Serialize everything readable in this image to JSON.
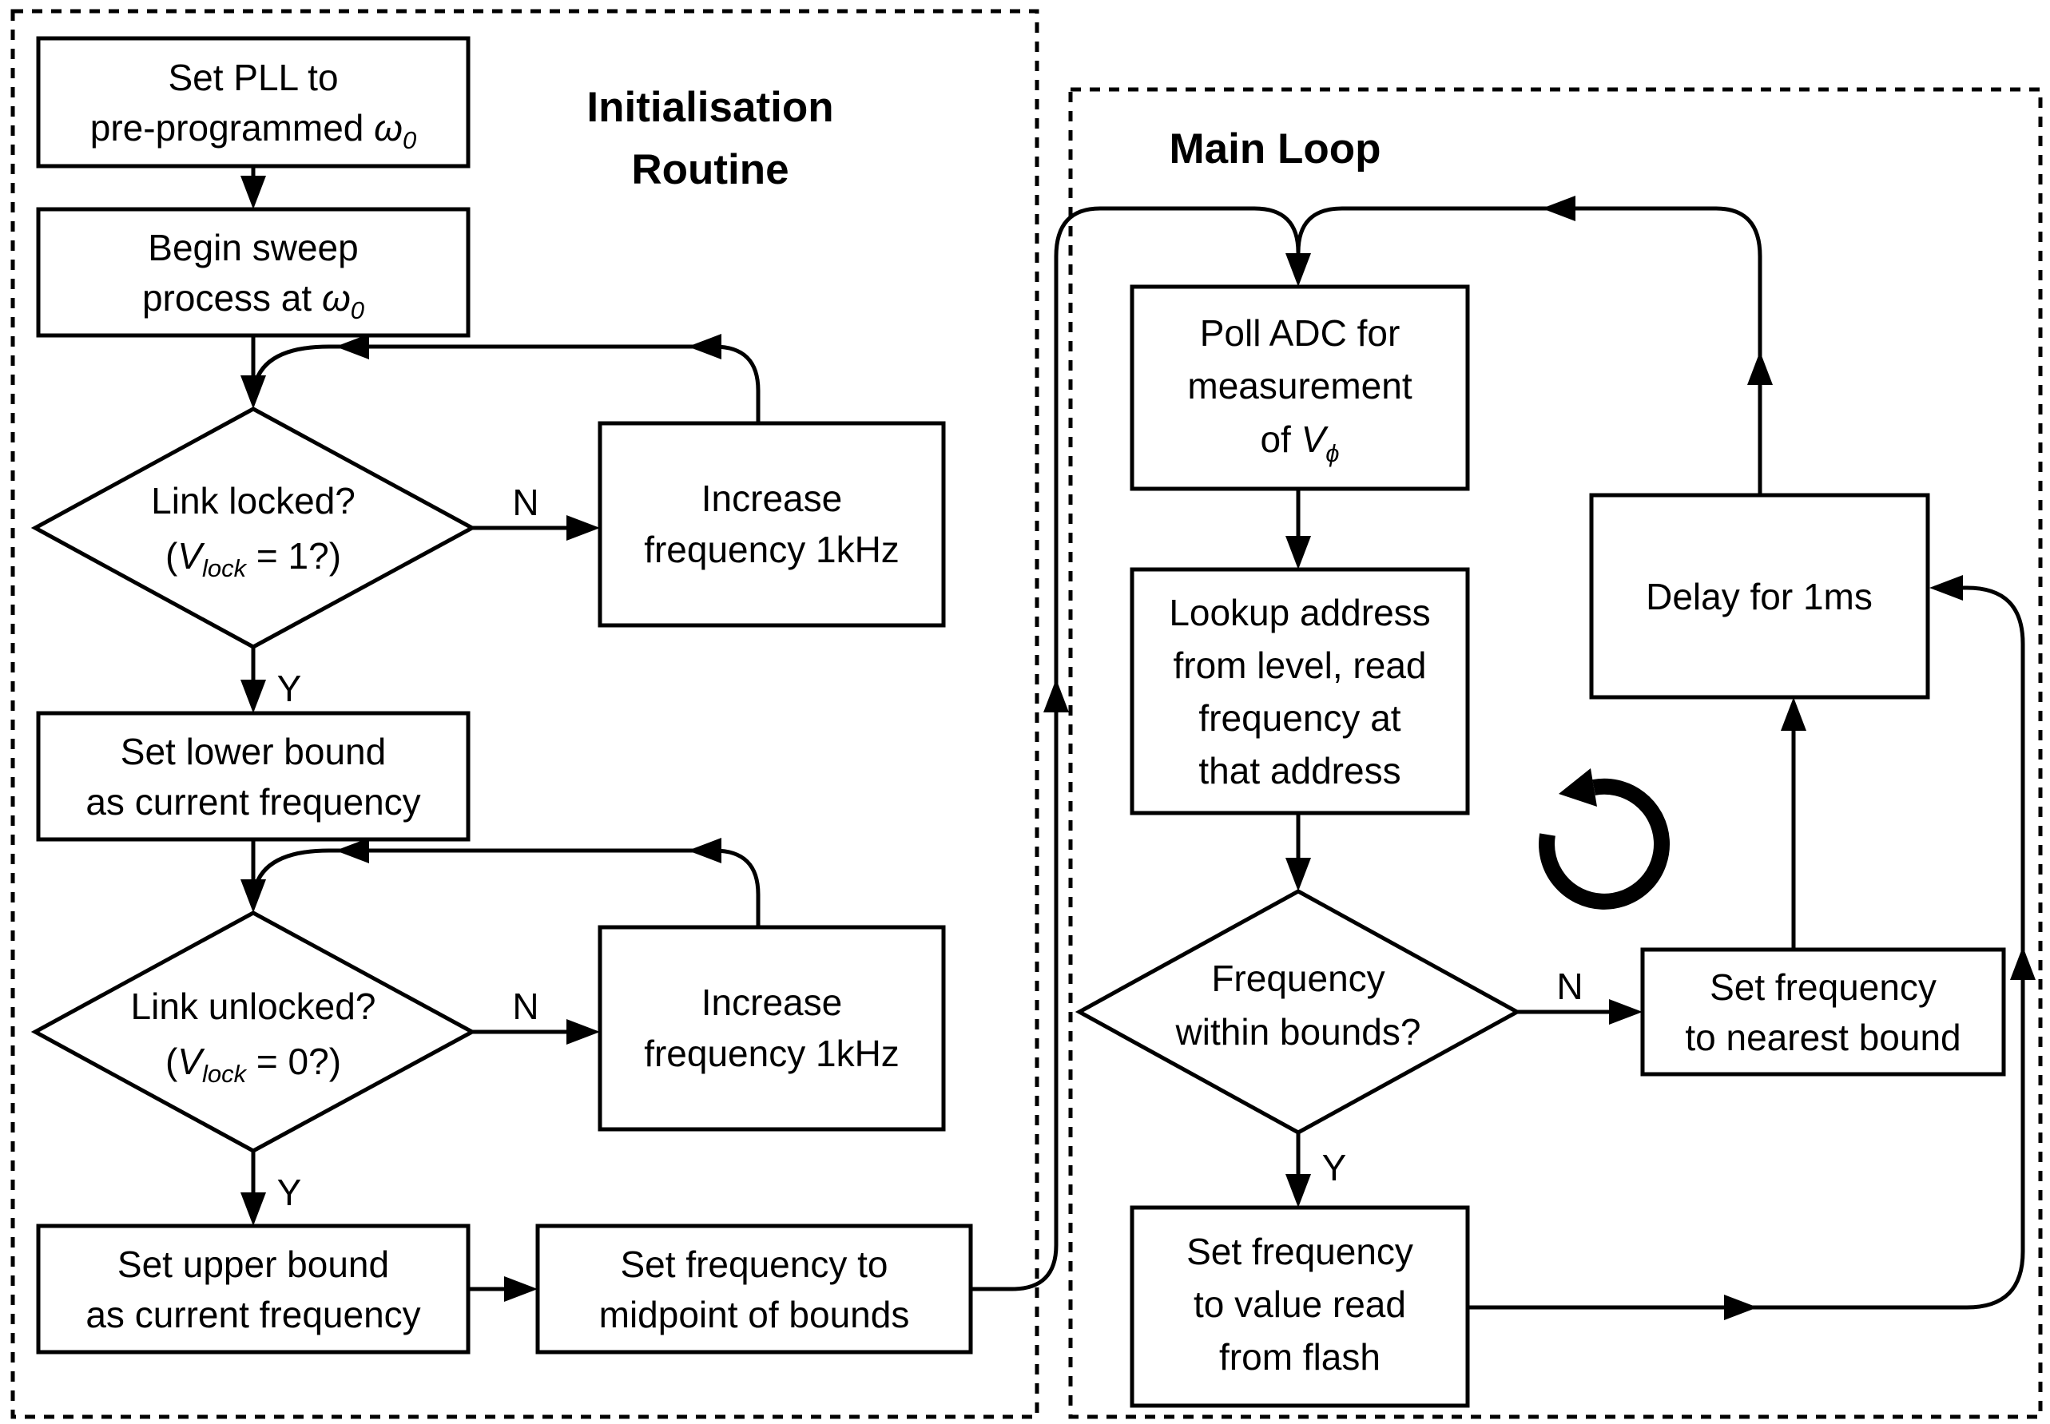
{
  "titles": {
    "init_line1": "Initialisation",
    "init_line2": "Routine",
    "main": "Main Loop"
  },
  "labels": {
    "yes": "Y",
    "no": "N"
  },
  "nodes": {
    "set_pll": {
      "line1": "Set PLL to",
      "line2": "pre-programmed ",
      "sym": "ω",
      "sub": "0"
    },
    "begin_sweep": {
      "line1": "Begin sweep",
      "line2": "process at ",
      "sym": "ω",
      "sub": "0"
    },
    "link_locked": {
      "line1": "Link locked?",
      "paren": "(",
      "sym": "V",
      "sub": "lock",
      "rest": " = 1?)"
    },
    "increase_freq_1": {
      "line1": "Increase",
      "line2": "frequency 1kHz"
    },
    "set_lower_bound": {
      "line1": "Set lower bound",
      "line2": "as current frequency"
    },
    "link_unlocked": {
      "line1": "Link unlocked?",
      "paren": "(",
      "sym": "V",
      "sub": "lock",
      "rest": " = 0?)"
    },
    "increase_freq_2": {
      "line1": "Increase",
      "line2": "frequency 1kHz"
    },
    "set_upper_bound": {
      "line1": "Set upper bound",
      "line2": "as current frequency"
    },
    "set_midpoint": {
      "line1": "Set frequency to",
      "line2": "midpoint of bounds"
    },
    "poll_adc": {
      "line1": "Poll ADC for",
      "line2": "measurement",
      "line3": "of ",
      "sym": "V",
      "sub": "ϕ"
    },
    "lookup_address": {
      "line1": "Lookup address",
      "line2": "from level, read",
      "line3": "frequency at",
      "line4": "that address"
    },
    "freq_within_bounds": {
      "line1": "Frequency",
      "line2": "within bounds?"
    },
    "set_nearest_bound": {
      "line1": "Set frequency",
      "line2": "to nearest bound"
    },
    "delay_1ms": {
      "line1": "Delay for 1ms"
    },
    "set_freq_flash": {
      "line1": "Set frequency",
      "line2": "to value read",
      "line3": "from flash"
    }
  },
  "colors": {
    "ink": "#000000",
    "background": "#ffffff"
  }
}
